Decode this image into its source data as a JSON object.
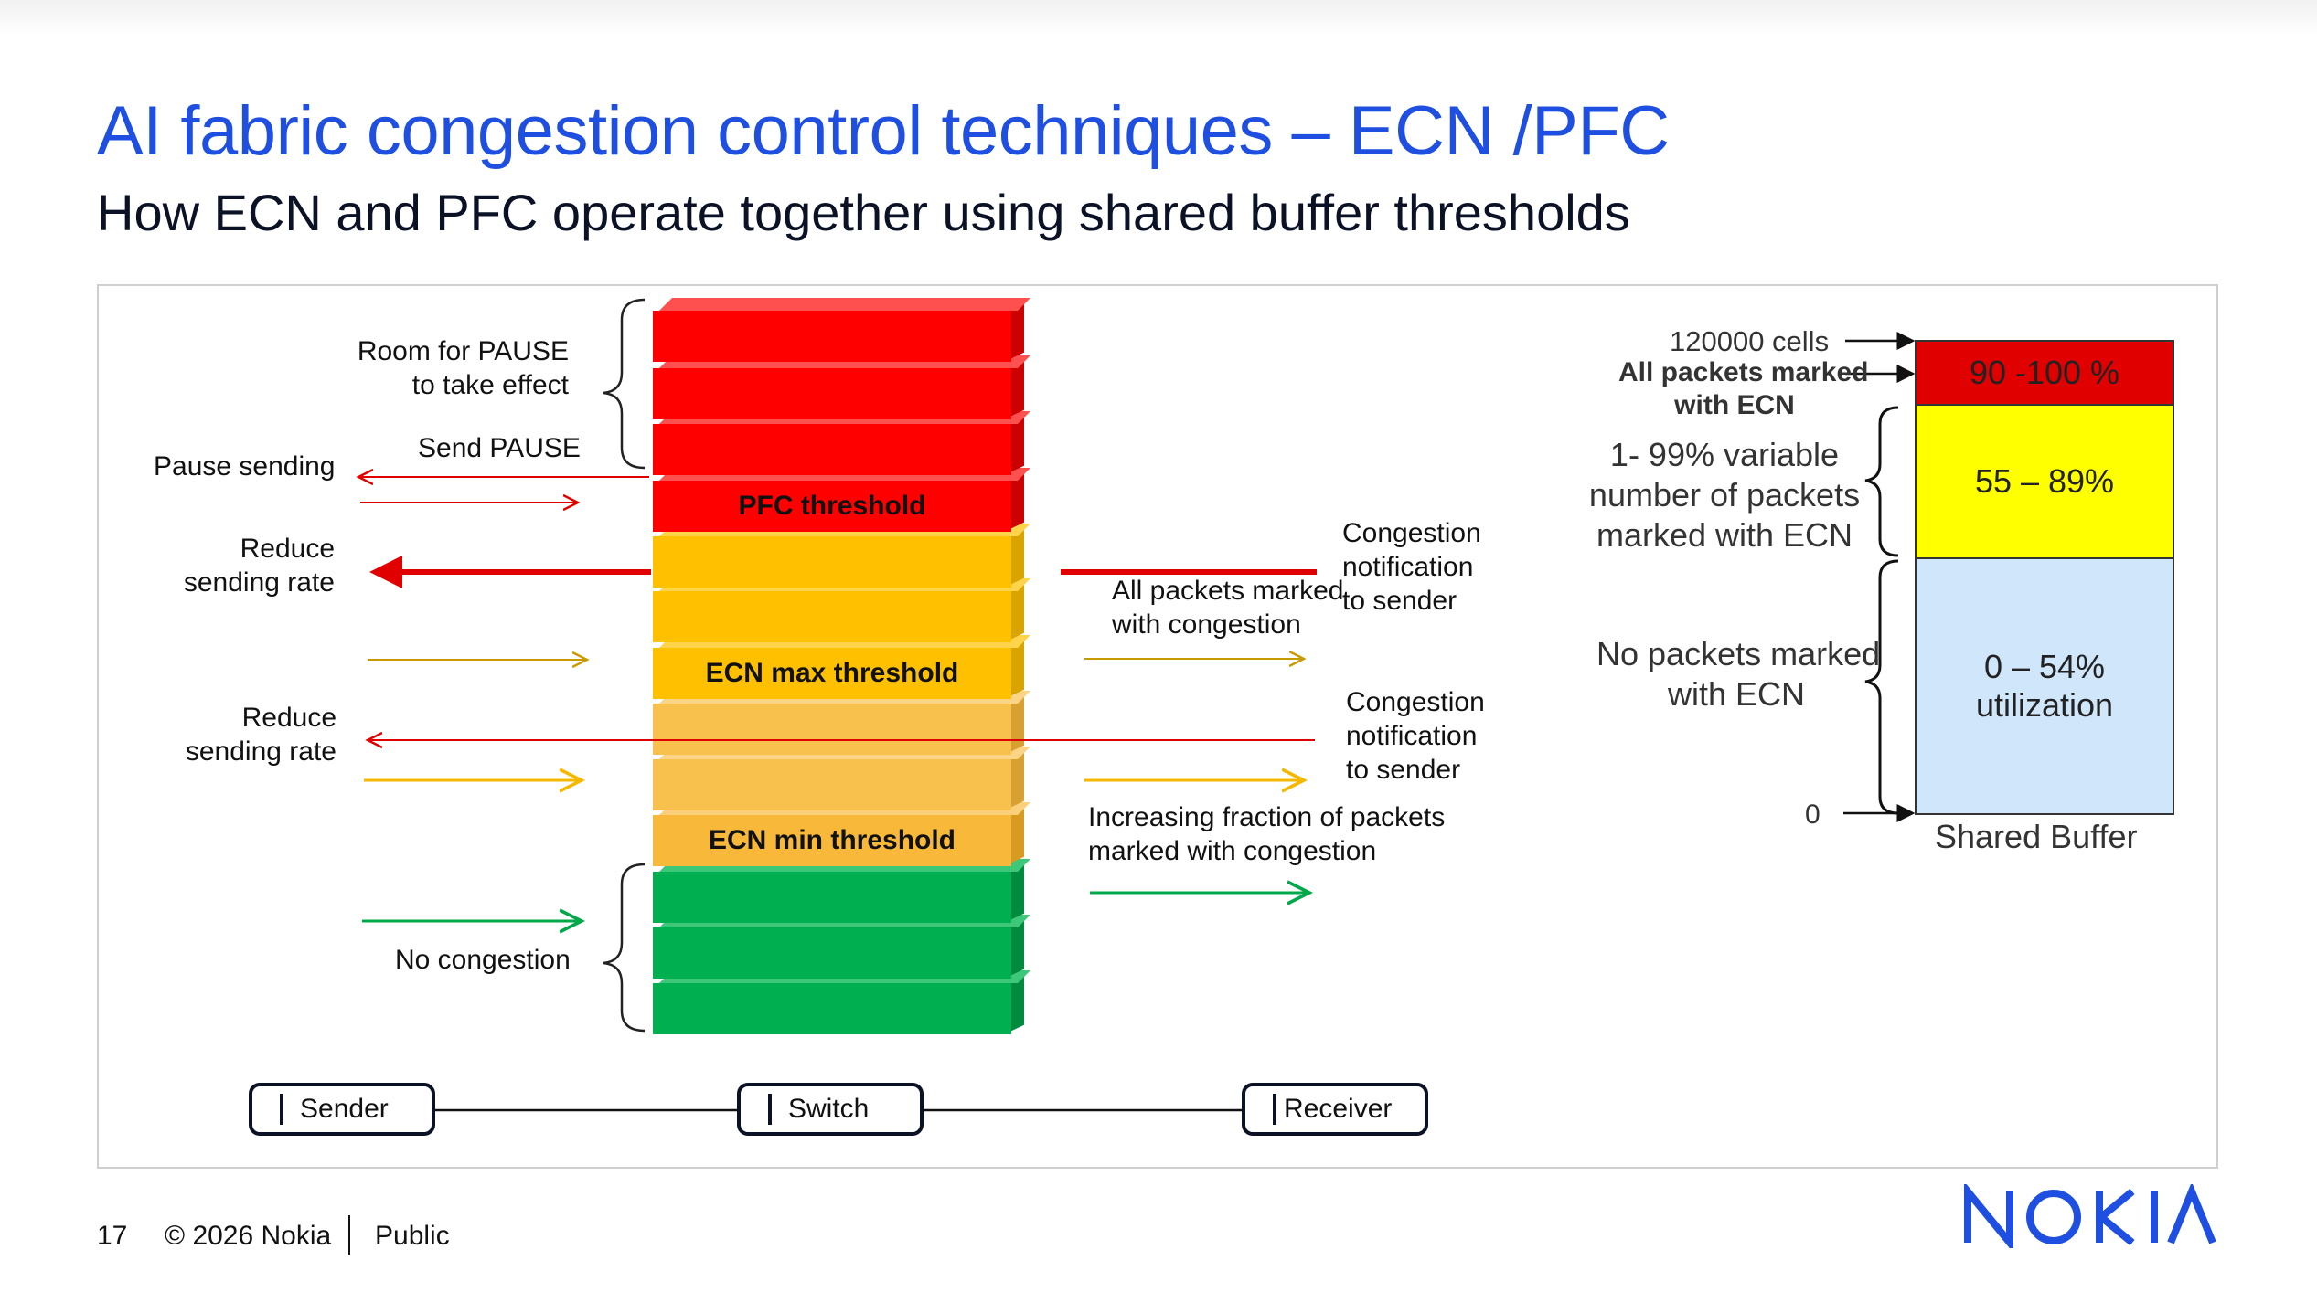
{
  "header": {
    "title": "AI fabric congestion control techniques – ECN /PFC",
    "subtitle": "How ECN and PFC operate together using shared buffer thresholds"
  },
  "diagram": {
    "left_labels": {
      "room_line1": "Room for PAUSE",
      "room_line2": "to take effect",
      "send_pause": "Send PAUSE",
      "pause_sending": "Pause sending",
      "reduce1_line1": "Reduce",
      "reduce1_line2": "sending rate",
      "reduce2_line1": "Reduce",
      "reduce2_line2": "sending rate",
      "no_congestion": "No congestion"
    },
    "thresholds": {
      "pfc": "PFC threshold",
      "ecn_max": "ECN max threshold",
      "ecn_min": "ECN min threshold"
    },
    "right_labels": {
      "cn1_line1": "Congestion",
      "cn1_line2": "notification",
      "cn1_line3": "to sender",
      "all_marked_line1": "All packets marked",
      "all_marked_line2": "with congestion",
      "cn2_line1": "Congestion",
      "cn2_line2": "notification",
      "cn2_line3": "to sender",
      "inc_line1": "Increasing fraction of packets",
      "inc_line2": "marked with congestion"
    },
    "nodes": {
      "sender": "Sender",
      "switch": "Switch",
      "receiver": "Receiver"
    },
    "colors": {
      "red": "#ff0000",
      "amber": "#ffc000",
      "light_amber": "#f8c04c",
      "green": "#00b050",
      "blue_title": "#1f4fe0"
    }
  },
  "shared_buffer": {
    "top_cells": "120000 cells",
    "all_marked_line1": "All packets marked",
    "all_marked_line2": "with ECN",
    "variable_line1": "1- 99% variable",
    "variable_line2": "number of packets",
    "variable_line3": "marked with ECN",
    "none_line1": "No packets marked",
    "none_line2": "with ECN",
    "zero": "0",
    "seg_red": "90 -100 %",
    "seg_yellow": "55 – 89%",
    "seg_blue_line1": "0 – 54%",
    "seg_blue_line2": "utilization",
    "caption": "Shared Buffer"
  },
  "footer": {
    "page": "17",
    "copyright": "© 2026 Nokia",
    "classification": "Public",
    "logo": "NOKIA"
  }
}
